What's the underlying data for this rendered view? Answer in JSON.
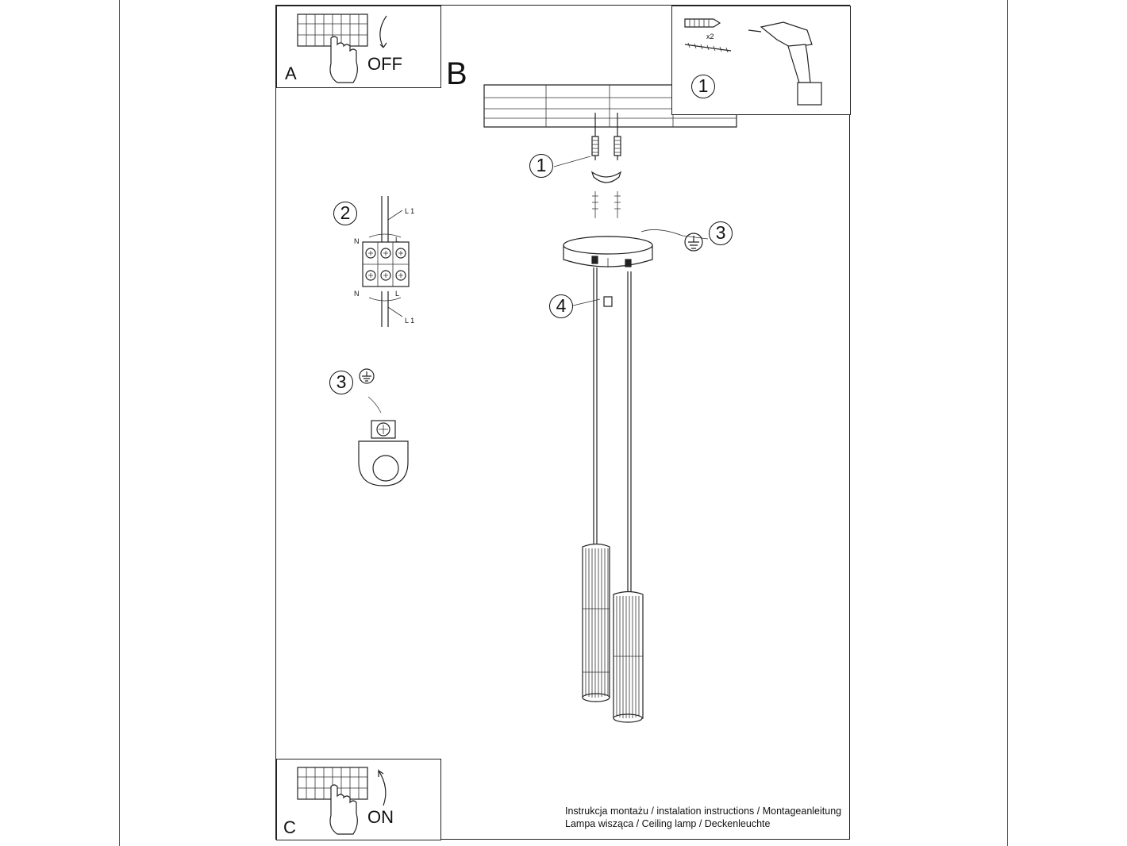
{
  "steps": {
    "a": {
      "letter": "A",
      "action": "OFF"
    },
    "b": {
      "letter": "B"
    },
    "c": {
      "letter": "C",
      "action": "ON"
    }
  },
  "tools": {
    "number": "1",
    "quantity": "x2"
  },
  "callouts": {
    "screws": "1",
    "connector": "2",
    "ground": "3",
    "ground_detail": "3",
    "set_screw": "4"
  },
  "terminal_labels": {
    "l1_top": "L 1",
    "l_top": "L",
    "n_top": "N",
    "n_bottom": "N",
    "l_bottom": "L",
    "l1_bottom": "L 1"
  },
  "footer": {
    "line1": "Instrukcja montażu / instalation instructions / Montageanleitung",
    "line2": "Lampa wisząca / Ceiling lamp / Deckenleuchte"
  }
}
